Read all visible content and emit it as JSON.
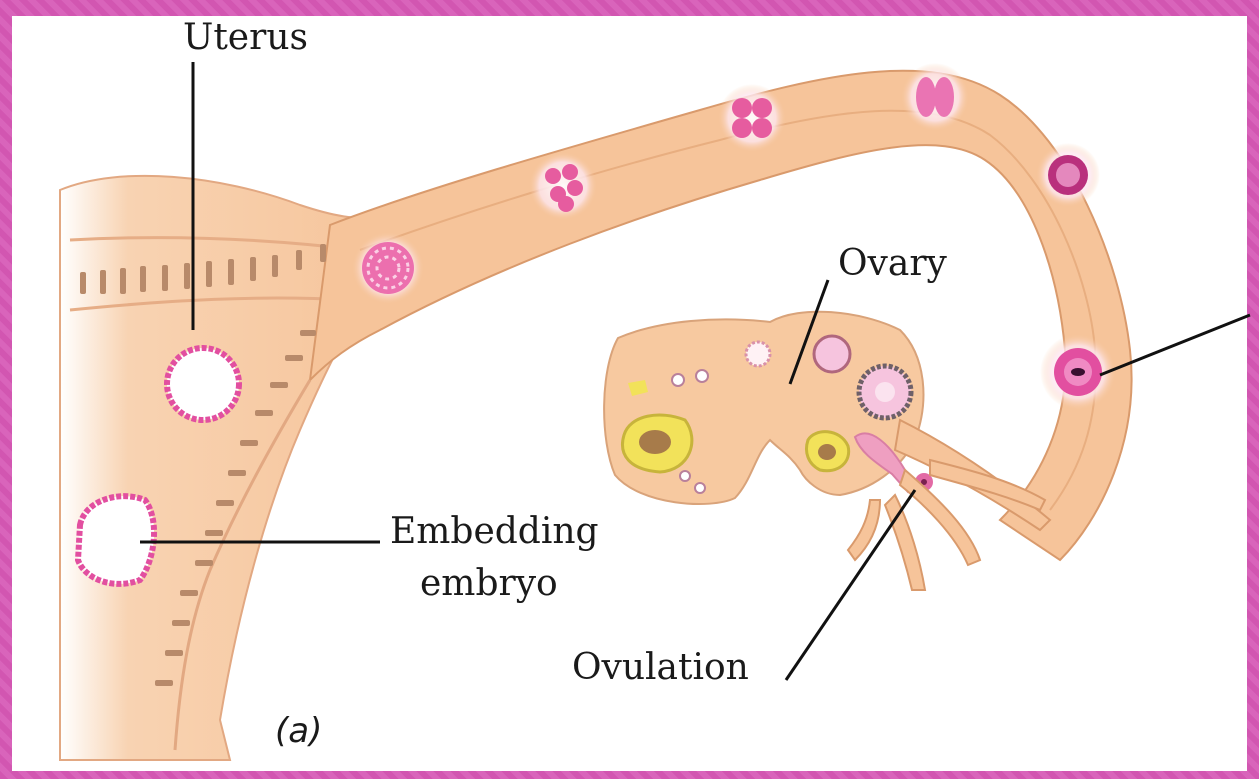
{
  "labels": {
    "uterus": "Uterus",
    "ovary": "Ovary",
    "embedding_line1": "Embedding",
    "embedding_line2": "embryo",
    "ovulation": "Ovulation",
    "panel_tag": "(a)"
  },
  "colors": {
    "frame": "#d45bb5",
    "tissue": "#f7c79e",
    "tissue_dark": "#e9a97a",
    "tube_outline": "#d99a6c",
    "cell_pink": "#e24fa0",
    "cell_light": "#f6c4de",
    "follicle_yellow": "#f2e25a",
    "gland_brown": "#b88a6a",
    "leader_line": "#111111"
  }
}
